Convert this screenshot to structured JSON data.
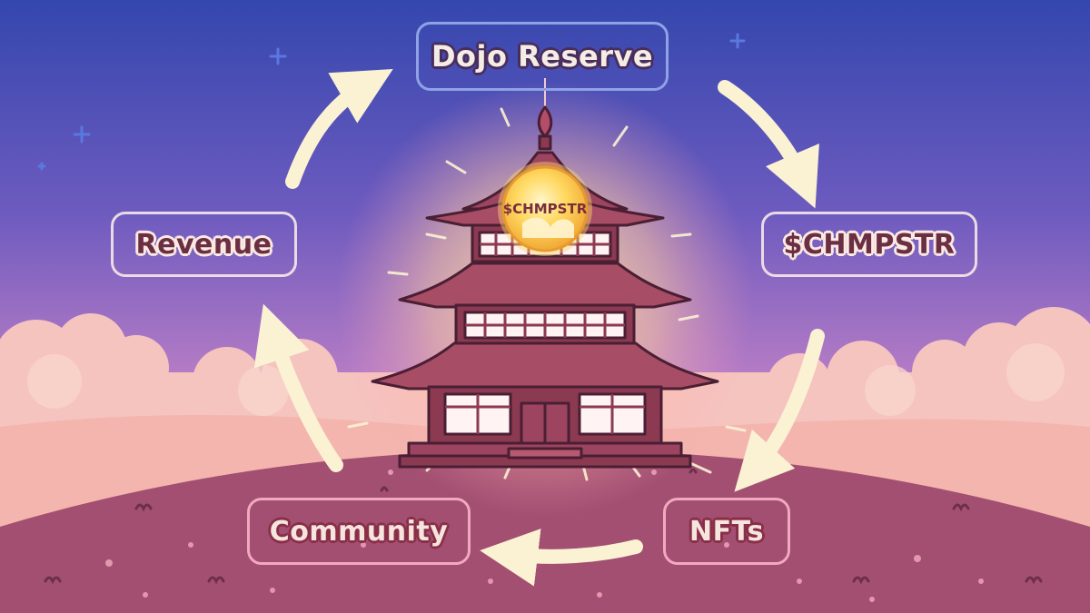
{
  "cycle": {
    "top": "Dojo Reserve",
    "right": "$CHMPSTR",
    "bottom_right": "NFTs",
    "bottom_left": "Community",
    "left": "Revenue"
  },
  "coin": {
    "text": "$CHMPSTR"
  },
  "colors": {
    "sky_top": "#3b4fb0",
    "sky_mid": "#8c68c4",
    "sky_low": "#e3a3c6",
    "cloud": "#f7c9bf",
    "hill": "#a34f72",
    "hill_far": "#f4b5b0",
    "pagoda": "#8b3a52",
    "coin": "#f4c542",
    "arrow": "#fbf2d4"
  },
  "icons": [
    "sparkle-icon",
    "arrow-icon",
    "coin-icon",
    "pagoda-icon"
  ]
}
